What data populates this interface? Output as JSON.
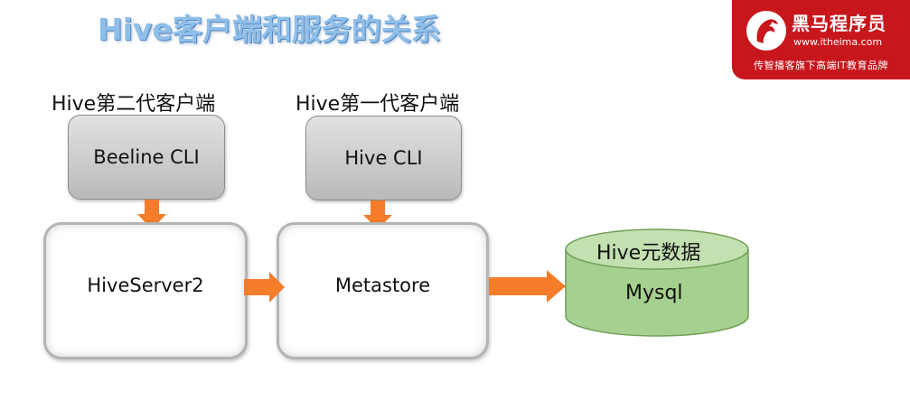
{
  "title": "Hive客户端和服务的关系",
  "logo": {
    "name": "黑马程序员",
    "url": "www.itheima.com",
    "slogan": "传智播客旗下高端IT教育品牌",
    "colors": {
      "background": "#c8161d",
      "text": "#ffffff"
    }
  },
  "clients": [
    {
      "label": "Hive第二代客户端",
      "box": "Beeline CLI"
    },
    {
      "label": "Hive第一代客户端",
      "box": "Hive CLI"
    }
  ],
  "services": {
    "hiveserver2": "HiveServer2",
    "metastore": "Metastore"
  },
  "database": {
    "label": "Hive元数据",
    "name": "Mysql",
    "color": "#a6d08f"
  },
  "colors": {
    "arrow": "#f47c2a",
    "title": "#8fbfe8",
    "client_box": "#c8c8c8"
  }
}
